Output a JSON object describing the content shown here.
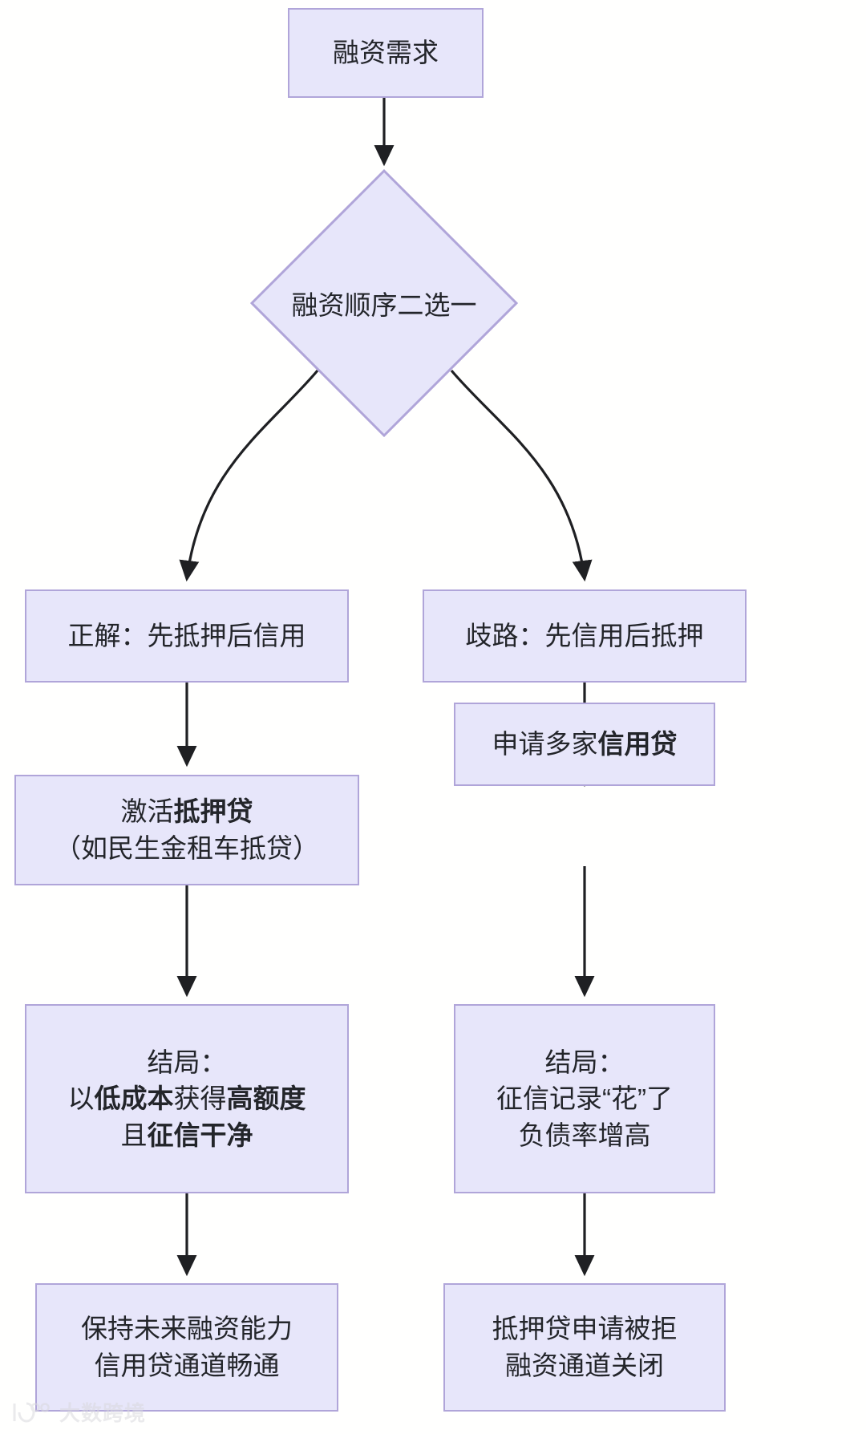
{
  "diagram": {
    "type": "flowchart",
    "title_node": "融资需求",
    "theme": {
      "node_fill": "#e7e6fa",
      "node_border": "#b0a5d9",
      "text_color": "#23252a",
      "edge_color": "#1f2023",
      "background": "#ffffff"
    },
    "nodes": {
      "start": {
        "id": "start",
        "shape": "rect",
        "label": "融资需求"
      },
      "decision": {
        "id": "decision",
        "shape": "diamond",
        "label": "融资顺序二选一"
      },
      "left_1": {
        "id": "left-1",
        "shape": "rect",
        "label": "正解：先抵押后信用"
      },
      "left_2": {
        "id": "left-2",
        "shape": "rect",
        "line1_normal_a": "激活",
        "line1_bold": "抵押贷",
        "line2": "（如民生金租车抵贷）"
      },
      "left_3": {
        "id": "left-3",
        "shape": "rect",
        "line1": "结局：",
        "line2_a": "以",
        "line2_bold_a": "低成本",
        "line2_b": "获得",
        "line2_bold_b": "高额度",
        "line3_a": "且",
        "line3_bold": "征信干净"
      },
      "left_4": {
        "id": "left-4",
        "shape": "rect",
        "line1": "保持未来融资能力",
        "line2": "信用贷通道畅通"
      },
      "right_1": {
        "id": "right-1",
        "shape": "rect",
        "label": "歧路：先信用后抵押"
      },
      "right_2": {
        "id": "right-2",
        "shape": "rect",
        "line1_normal_a": "申请多家",
        "line1_bold": "信用贷"
      },
      "right_3": {
        "id": "right-3",
        "shape": "rect",
        "line1": "结局：",
        "line2": "征信记录“花”了",
        "line3": "负债率增高"
      },
      "right_4": {
        "id": "right-4",
        "shape": "rect",
        "line1": "抵押贷申请被拒",
        "line2": "融资通道关闭"
      }
    },
    "edges": [
      {
        "from": "start",
        "to": "decision",
        "style": "straight-arrow"
      },
      {
        "from": "decision",
        "to": "left_1",
        "style": "curved-arrow"
      },
      {
        "from": "decision",
        "to": "right_1",
        "style": "curved-arrow"
      },
      {
        "from": "left_1",
        "to": "left_2",
        "style": "straight-arrow"
      },
      {
        "from": "left_2",
        "to": "left_3",
        "style": "straight-arrow"
      },
      {
        "from": "left_3",
        "to": "left_4",
        "style": "straight-arrow"
      },
      {
        "from": "right_1",
        "to": "right_2",
        "style": "straight-arrow"
      },
      {
        "from": "right_2",
        "to": "right_3",
        "style": "straight-arrow"
      },
      {
        "from": "right_3",
        "to": "right_4",
        "style": "straight-arrow"
      }
    ]
  },
  "watermark": {
    "text": "大数跨境",
    "icon": "brand-logo-icon"
  }
}
